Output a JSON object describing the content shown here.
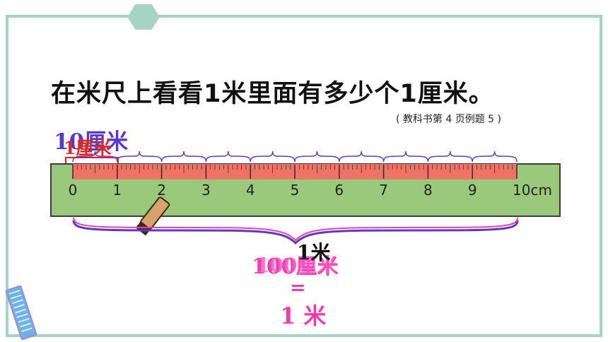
{
  "slide": {
    "title": "在米尺上看看1米里面有多少个1厘米。",
    "source": "( 教科书第 4 页例题 5 )"
  },
  "ruler": {
    "tick_labels": [
      "0",
      "1",
      "2",
      "3",
      "4",
      "5",
      "6",
      "7",
      "8",
      "9",
      "10cm"
    ],
    "label_top": "10厘米",
    "label_top_sub": "1厘米",
    "label_bottom_1": "1米",
    "label_bottom_2": "100厘米",
    "equals": "=",
    "equals_value": "1 米"
  },
  "colors": {
    "frame": "#a7d3c5",
    "ruler_body": "#9bc97b",
    "ruler_scale": "#ee7468",
    "brace_purple": "#5a39c6",
    "brace_pink": "#ee3fa9",
    "accent_red": "#e02020"
  },
  "icons": {
    "corner": "ruler-icon",
    "hand": "pencil-icon"
  }
}
